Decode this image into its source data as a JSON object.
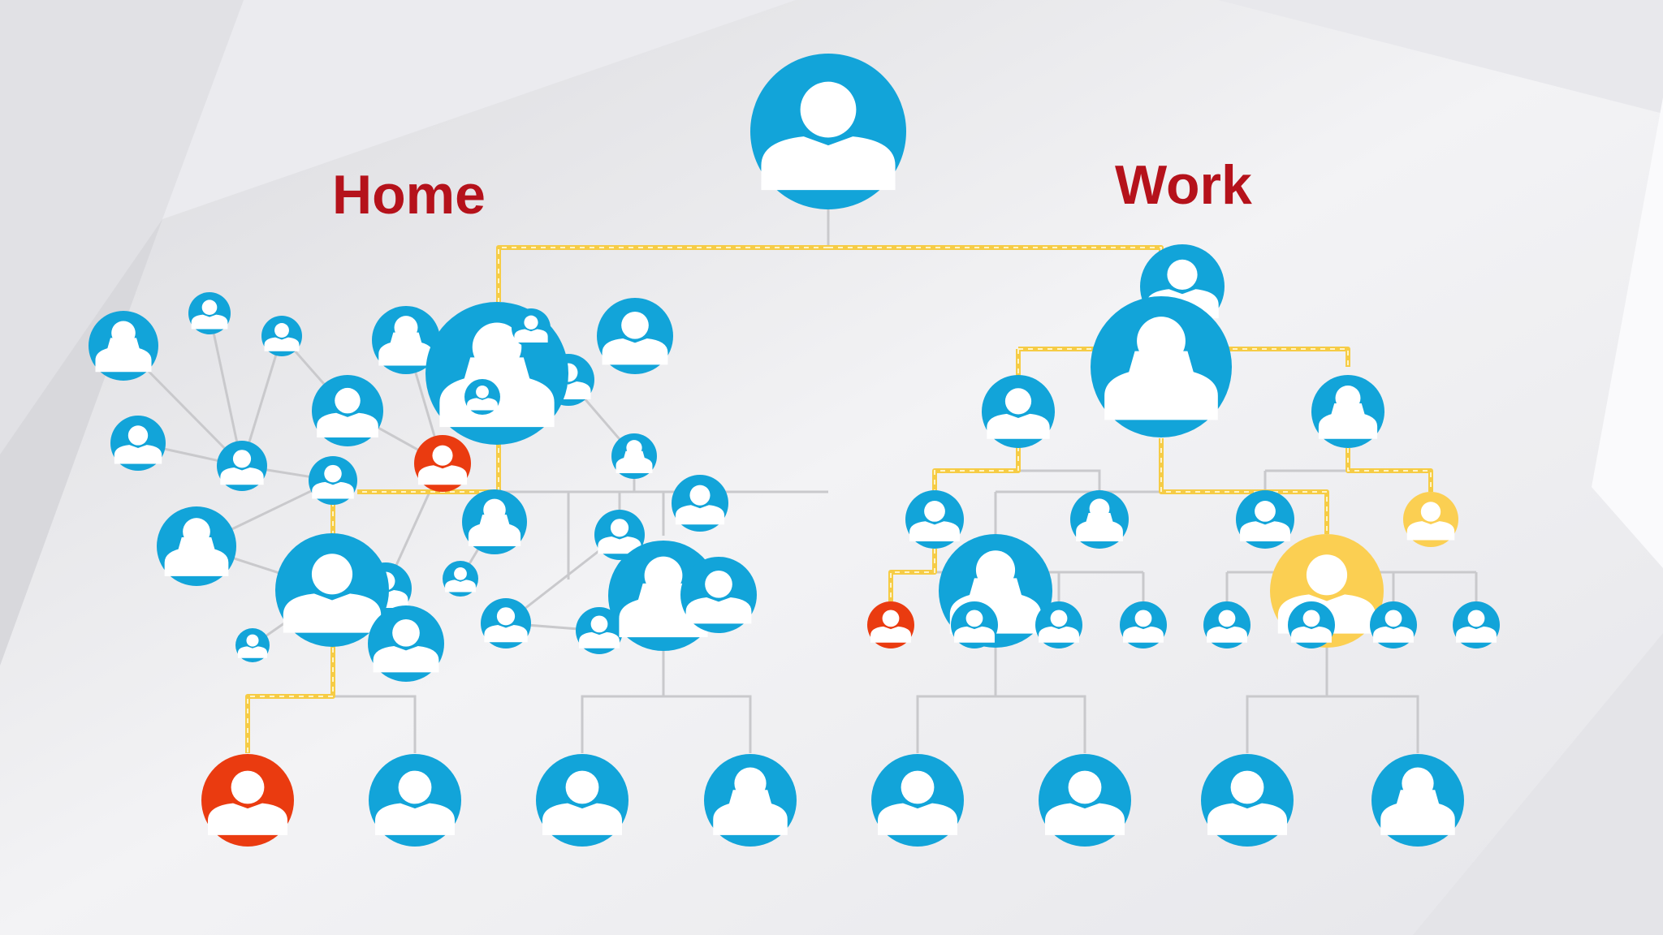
{
  "labels": {
    "home": "Home",
    "work": "Work"
  },
  "colors": {
    "label": "#b5121b",
    "node_blue": "#12a4d9",
    "node_red": "#ea3b10",
    "node_yellow": "#fbcf52",
    "connector": "#c9c9cc",
    "path": "#f6cc45",
    "background": "#f1f1f3"
  },
  "icons": {
    "person": "person-silhouette-icon"
  },
  "diagram": {
    "highlighted_nodes": {
      "red": 3,
      "yellow": 2
    },
    "sections": [
      "home",
      "work"
    ]
  }
}
